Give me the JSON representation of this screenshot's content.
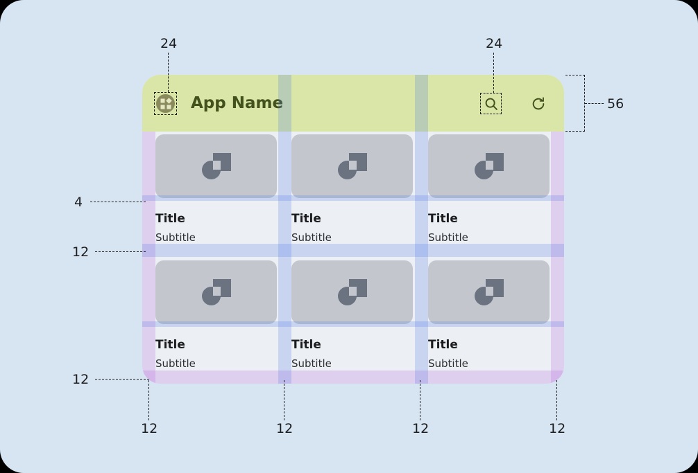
{
  "canvas": {
    "background_color": "#d7e5f3",
    "corner_radius": "34"
  },
  "app_mock": {
    "background_color": "#eceff3",
    "corner_radius": "26"
  },
  "app_bar": {
    "background_color": "#d9e6a8",
    "height_spec": "56",
    "title": "App Name",
    "title_color": "#43521c",
    "menu_icon": "app-logo-grid-icon",
    "actions": [
      {
        "name": "search-icon",
        "glyph": "magnifier"
      },
      {
        "name": "refresh-icon",
        "glyph": "circular-arrow"
      }
    ]
  },
  "cards": [
    {
      "title": "Title",
      "subtitle": "Subtitle"
    },
    {
      "title": "Title",
      "subtitle": "Subtitle"
    },
    {
      "title": "Title",
      "subtitle": "Subtitle"
    },
    {
      "title": "Title",
      "subtitle": "Subtitle"
    },
    {
      "title": "Title",
      "subtitle": "Subtitle"
    },
    {
      "title": "Title",
      "subtitle": "Subtitle"
    }
  ],
  "card_style": {
    "thumb_color": "#c3c7cd",
    "thumb_icon": "image-placeholder-icon",
    "thumb_icon_color": "#6b7280",
    "text_area_color": "#eceff3"
  },
  "annotations": {
    "menu_icon_touch_target": "24",
    "search_icon_touch_target": "24",
    "app_bar_height": "56",
    "thumb_to_title_gap": "4",
    "row_gap": "12",
    "bottom_padding": "12",
    "left_padding": "12",
    "gutter_1": "12",
    "gutter_2": "12",
    "right_padding": "12"
  },
  "overlay_colors": {
    "padding_purple": "rgba(176, 96, 224, 0.22)",
    "spacing_blue": "rgba(72, 118, 230, 0.22)"
  }
}
